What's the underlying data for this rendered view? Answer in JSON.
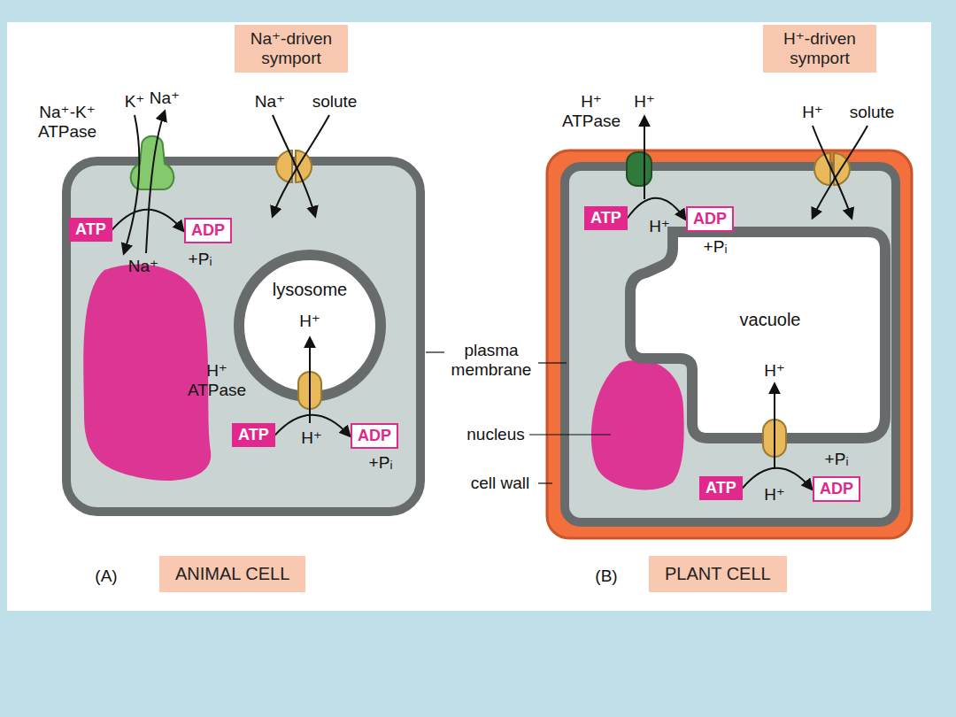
{
  "diagram": {
    "nodes": [
      {
        "text": [
          "Na⁺-driven symport"
        ]
      },
      {
        "text": [
          "H⁺-driven symport"
        ]
      },
      {
        "text": [
          "ATP"
        ]
      },
      {
        "text": [
          "ADP"
        ]
      },
      {
        "text": [
          "ATP"
        ]
      },
      {
        "text": [
          "ADP"
        ]
      },
      {
        "text": [
          "lysosome"
        ]
      },
      {
        "text": [
          "ATP"
        ]
      },
      {
        "text": [
          "ADP"
        ]
      },
      {
        "text": [
          "vacuole"
        ]
      },
      {
        "text": [
          "ATP"
        ]
      },
      {
        "text": [
          "ADP"
        ]
      },
      {
        "text": [
          "ANIMAL CELL"
        ]
      },
      {
        "text": [
          "PLANT CELL"
        ]
      }
    ],
    "edges": [
      {
        "from": 2,
        "to": 3,
        "arrow": "to"
      },
      {
        "from": 4,
        "to": 5,
        "arrow": "to"
      },
      {
        "from": 7,
        "to": 8,
        "arrow": "to"
      },
      {
        "from": 10,
        "to": 11,
        "arrow": "to"
      }
    ],
    "labels": [
      "Na⁺-K⁺ ATPase",
      "K⁺",
      "Na⁺",
      "Na⁺",
      "solute",
      "+Pᵢ",
      "Na⁺",
      "H⁺",
      "H⁺ ATPase",
      "H⁺",
      "+Pᵢ",
      "plasma membrane",
      "nucleus",
      "cell wall",
      "(A)",
      "(B)",
      "H⁺ ATPase",
      "H⁺",
      "H⁺",
      "solute",
      "H⁺",
      "+Pᵢ",
      "H⁺",
      "+Pᵢ",
      "H⁺"
    ]
  }
}
